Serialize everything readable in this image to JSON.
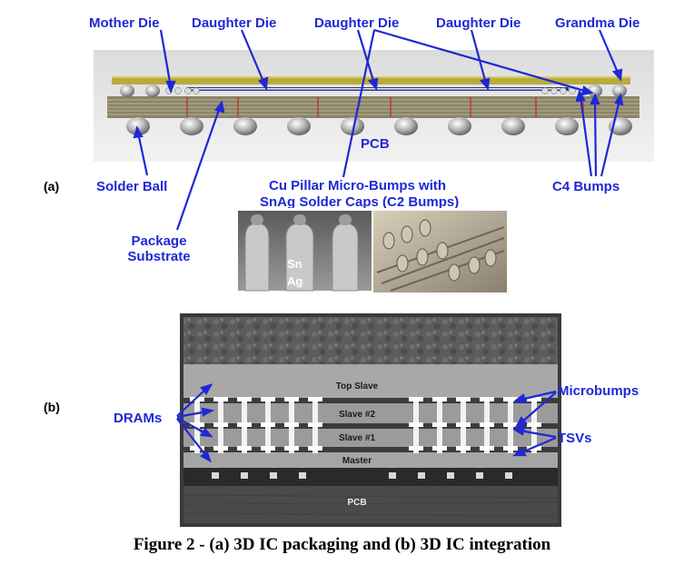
{
  "part_a": {
    "tag": "(a)",
    "labels": {
      "mother_die": "Mother Die",
      "daughter_die_1": "Daughter Die",
      "daughter_die_2": "Daughter Die",
      "daughter_die_3": "Daughter Die",
      "grandma_die": "Grandma Die",
      "pcb": "PCB",
      "solder_ball": "Solder Ball",
      "cu_pillar_line1": "Cu Pillar Micro-Bumps with",
      "cu_pillar_line2": "SnAg Solder Caps (C2 Bumps)",
      "c4_bumps": "C4 Bumps",
      "package_substrate_line1": "Package",
      "package_substrate_line2": "Substrate",
      "sn": "Sn",
      "ag": "Ag"
    }
  },
  "part_b": {
    "tag": "(b)",
    "labels": {
      "top_slave": "Top Slave",
      "slave2": "Slave #2",
      "slave1": "Slave #1",
      "master": "Master",
      "pcb": "PCB",
      "dram": "DRAMs",
      "microbumps": "Microbumps",
      "tsvs": "TSVs"
    }
  },
  "caption": "Figure 2 - (a) 3D IC packaging and (b) 3D IC integration",
  "colors": {
    "label_blue": "#1f28d6",
    "die_gold": "#b7ac3c"
  }
}
